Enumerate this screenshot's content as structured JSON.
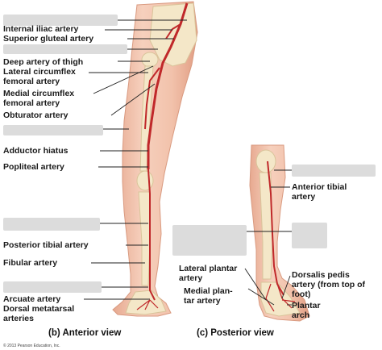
{
  "labels_left": [
    "Internal iliac artery",
    "Superior gluteal artery",
    "Deep artery of thigh",
    "Lateral circumflex",
    "femoral artery",
    "Medial circumflex",
    "femoral artery",
    "Obturator artery",
    "Adductor hiatus",
    "Popliteal artery",
    "Posterior tibial artery",
    "Fibular artery",
    "Arcuate artery",
    "Dorsal metatarsal",
    "arteries"
  ],
  "labels_right": [
    "Anterior tibial",
    "artery",
    "Lateral plantar",
    "artery",
    "Medial plan-",
    "tar artery",
    "Dorsalis pedis",
    "artery (from top of",
    "foot)",
    "Plantar",
    "arch"
  ],
  "captions": {
    "anterior": "(b) Anterior view",
    "posterior": "(c) Posterior view"
  },
  "copyright": "© 2013 Pearson Education, Inc.",
  "colors": {
    "skin": "#f3c7b2",
    "skin_shadow": "#e3a48b",
    "bone": "#f4e7c8",
    "artery": "#c0282a",
    "leader": "#222222",
    "blank": "#dcdcdc"
  }
}
